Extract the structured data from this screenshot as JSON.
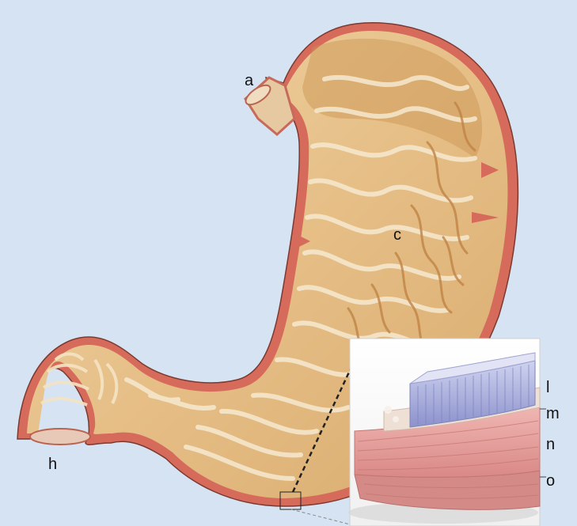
{
  "labels": {
    "a": "a",
    "c": "c",
    "h": "h",
    "l": "l",
    "m": "m",
    "n": "n",
    "o": "o"
  },
  "colors": {
    "background": "#d6e3f2",
    "stomach_wall": "#d66b5c",
    "stomach_interior": "#e8c48f",
    "fold_light": "#f3e3c4",
    "fold_dark": "#c98f53",
    "mucosa_layer": "#9aa0d6",
    "submucosa_layer": "#ead7cc",
    "muscle_layer": "#e6a1a0"
  }
}
